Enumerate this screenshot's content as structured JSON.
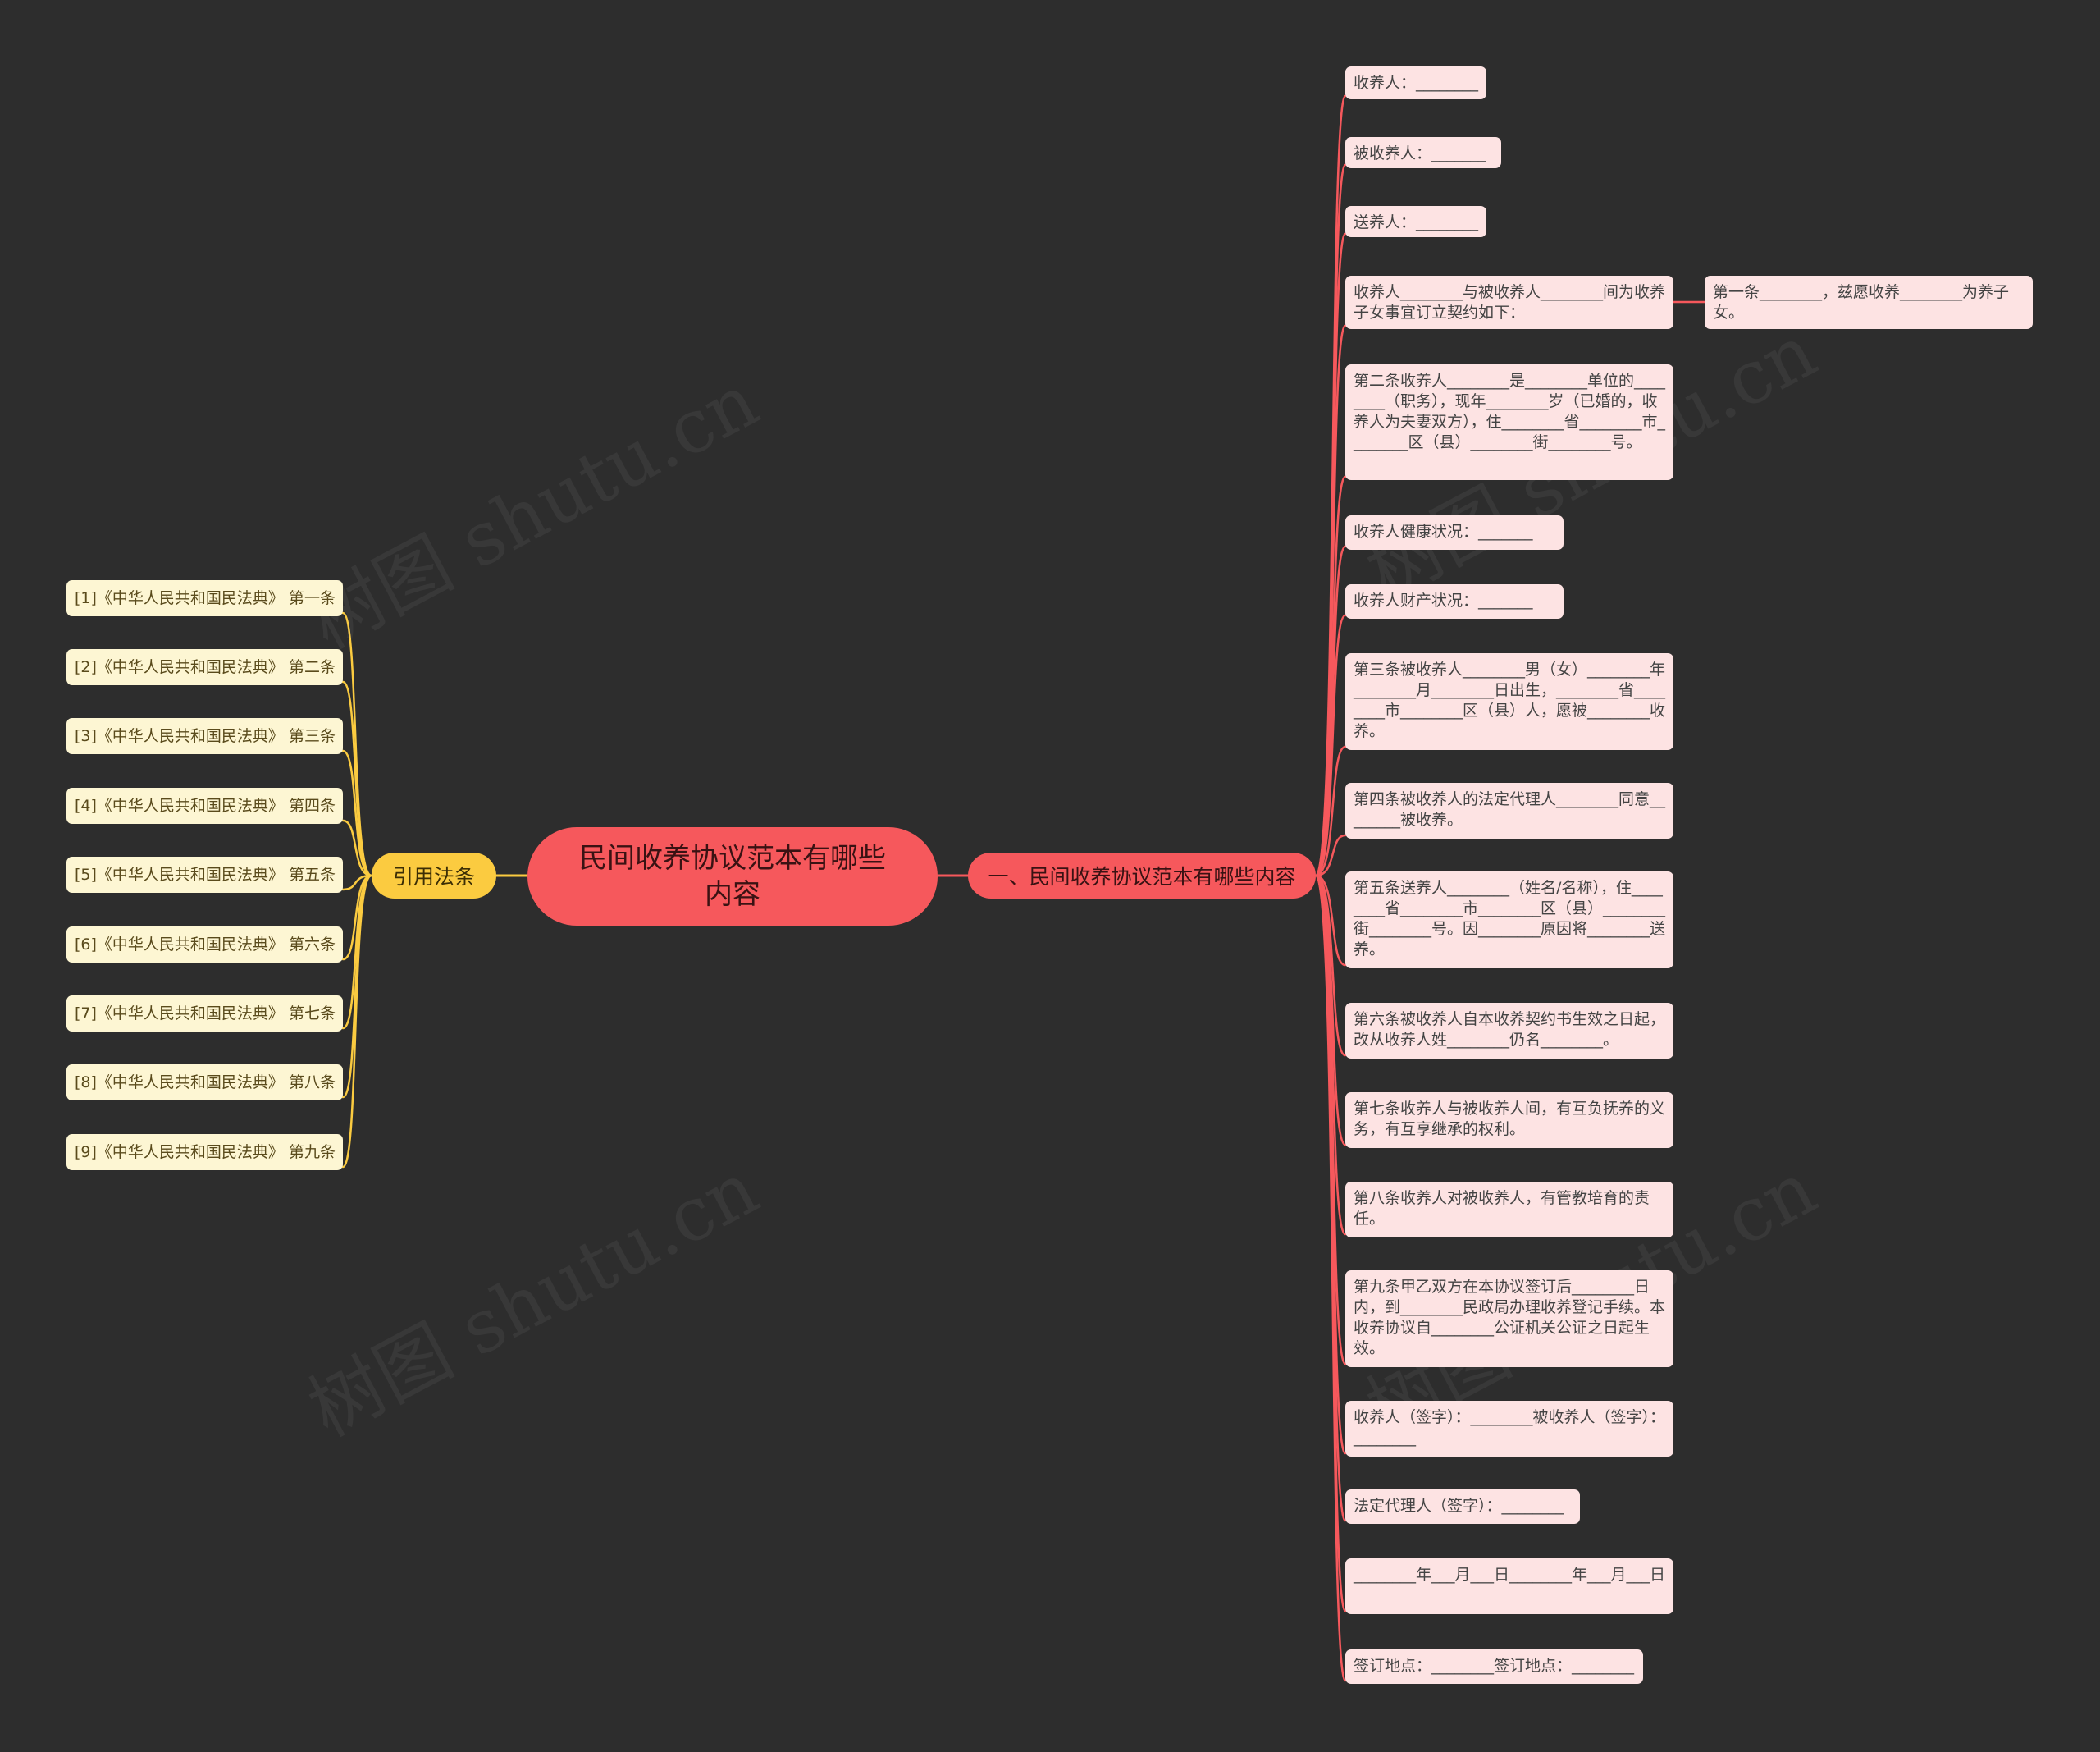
{
  "root": {
    "title": "民间收养协议范本有哪些内容"
  },
  "branch": {
    "title": "一、民间收养协议范本有哪些内容"
  },
  "cite_branch": {
    "title": "引用法条"
  },
  "watermark": "树图 shutu.cn",
  "leaves": [
    "收养人：________",
    "被收养人：________",
    "送养人：________",
    "收养人________与被收养人________间为收养子女事宜订立契约如下：",
    "第二条收养人________是________单位的________（职务），现年________岁（已婚的，收养人为夫妻双方），住________省________市________区（县）________街________号。",
    "收养人健康状况：________。",
    "收养人财产状况：________。",
    "第三条被收养人________男（女）________年________月________日出生，________省________市________区（县）人，愿被________收养。",
    "第四条被收养人的法定代理人________同意________被收养。",
    "第五条送养人________（姓名/名称），住________省________市________区（县）________街________号。因________原因将________送养。",
    "第六条被收养人自本收养契约书生效之日起，改从收养人姓________仍名________。",
    "第七条收养人与被收养人间，有互负抚养的义务，有互享继承的权利。",
    "第八条收养人对被收养人，有管教培育的责任。",
    "第九条甲乙双方在本协议签订后________日内，到________民政局办理收养登记手续。本收养协议自________公证机关公证之日起生效。",
    "收养人（签字）：________被收养人（签字）：________",
    "法定代理人（签字）：________",
    "________年___月___日________年___月___日",
    "签订地点：________签订地点：________"
  ],
  "subleaf": "第一条________，兹愿收养________为养子女。",
  "citations": [
    "[1]《中华人民共和国民法典》 第一条",
    "[2]《中华人民共和国民法典》 第二条",
    "[3]《中华人民共和国民法典》 第三条",
    "[4]《中华人民共和国民法典》 第四条",
    "[5]《中华人民共和国民法典》 第五条",
    "[6]《中华人民共和国民法典》 第六条",
    "[7]《中华人民共和国民法典》 第七条",
    "[8]《中华人民共和国民法典》 第八条",
    "[9]《中华人民共和国民法典》 第九条"
  ],
  "colors": {
    "background": "#2d2d2d",
    "main_branch": "#f6585c",
    "leaf_fill": "#fde3e3",
    "cite_branch": "#fbcb40",
    "cite_fill": "#fdf6d3",
    "main_line": "#f6585c",
    "cite_line": "#fbcb40"
  }
}
